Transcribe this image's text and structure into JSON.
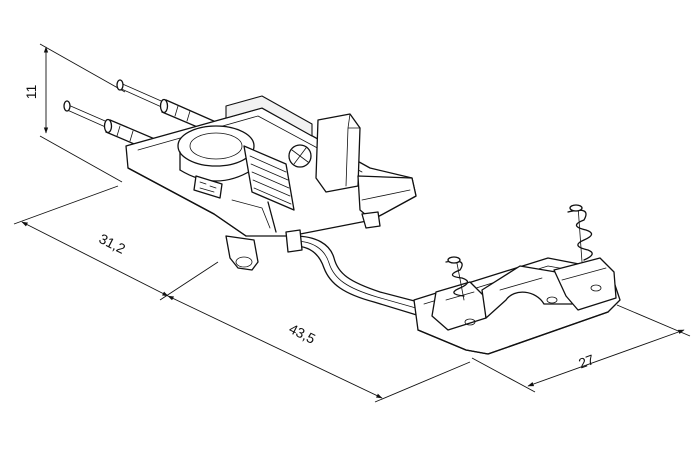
{
  "dimensions": {
    "height": "11",
    "width_left": "31,2",
    "length": "43,5",
    "width_right": "27"
  }
}
